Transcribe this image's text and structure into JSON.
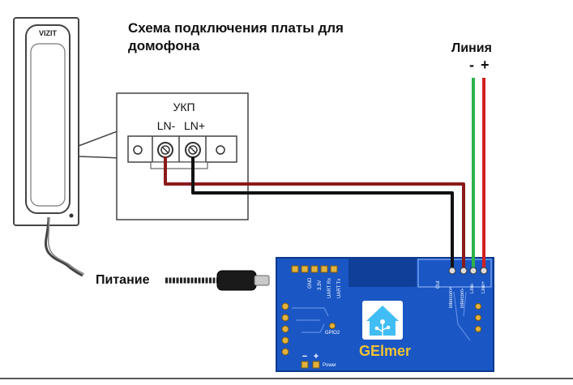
{
  "title": {
    "line1": "Схема подключения платы для",
    "line2": "домофона"
  },
  "handset": {
    "brand": "VIZIT"
  },
  "ukp": {
    "label": "УКП",
    "terminal_ln_minus": "LN-",
    "terminal_ln_plus": "LN+"
  },
  "line": {
    "label": "Линия",
    "minus": "-",
    "plus": "+"
  },
  "power": {
    "label": "Питание"
  },
  "board": {
    "brand": "GElmer",
    "pin_gnd": "GND",
    "pin_3v3": "3.3V",
    "pin_uart_rx": "UART Rx",
    "pin_uart_tx": "UART Tx",
    "pin_gpio2": "GPIO2",
    "pin_power": "Power",
    "pin_minus": "−",
    "pin_plus": "+",
    "pin_out": "Out",
    "pin_intercom_plus": "intercom+",
    "pin_intercom_minus": "intercom-",
    "pin_line_minus": "Line-",
    "pin_line_plus": "Line+"
  },
  "colors": {
    "board_blue": "#1a56c4",
    "wire_red": "#d32020",
    "wire_green": "#2db34a",
    "wire_darkred": "#8b1a1a",
    "wire_black": "#111111",
    "handset_gray": "#555555"
  }
}
